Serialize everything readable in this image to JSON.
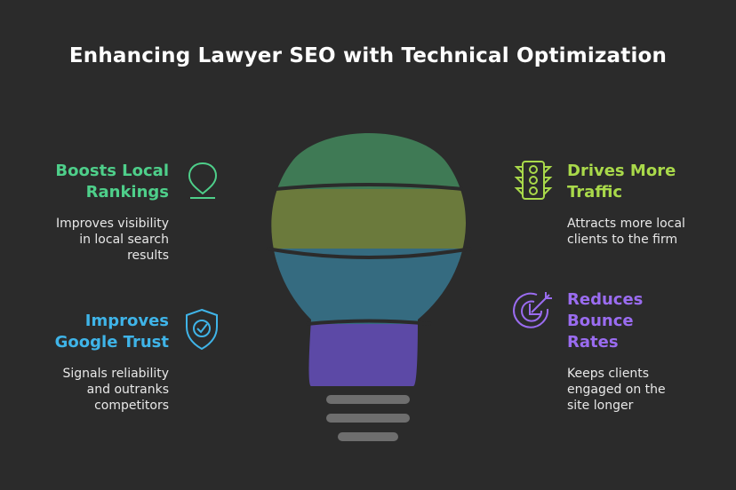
{
  "title": "Enhancing Lawyer SEO with Technical Optimization",
  "items": [
    {
      "heading_lines": [
        "Boosts Local",
        "Rankings"
      ],
      "desc_lines": [
        "Improves visibility",
        "in local search",
        "results"
      ],
      "color": "#4ecf8a",
      "icon": "location-pin-icon"
    },
    {
      "heading_lines": [
        "Drives More",
        "Traffic"
      ],
      "desc_lines": [
        "Attracts more local",
        "clients to the firm"
      ],
      "color": "#a9d94a",
      "icon": "traffic-light-icon"
    },
    {
      "heading_lines": [
        "Improves",
        "Google Trust"
      ],
      "desc_lines": [
        "Signals reliability",
        "and outranks",
        "competitors"
      ],
      "color": "#3fb4e8",
      "icon": "shield-check-icon"
    },
    {
      "heading_lines": [
        "Reduces",
        "Bounce",
        "Rates"
      ],
      "desc_lines": [
        "Keeps clients",
        "engaged on the",
        "site longer"
      ],
      "color": "#9a6cf0",
      "icon": "target-arrow-icon"
    }
  ],
  "bulb_colors": [
    "#3f7a55",
    "#6b7a3c",
    "#356b80",
    "#5c49a6",
    "#6e6e6e"
  ]
}
